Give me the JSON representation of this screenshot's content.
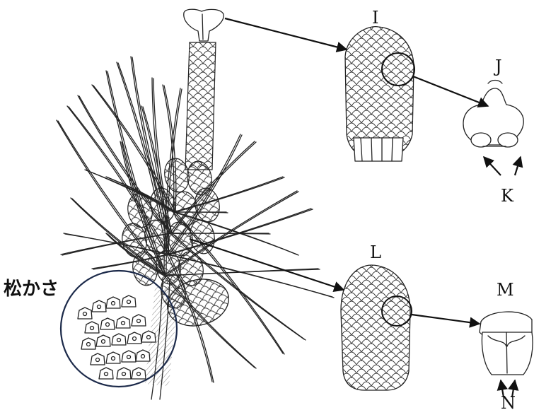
{
  "labels": {
    "I": "I",
    "J": "J",
    "K": "K",
    "L": "L",
    "M": "M",
    "N": "N",
    "pine_cone": "松かさ"
  },
  "colors": {
    "ink": "#222222",
    "highlight_circle": "#1c2a4a"
  }
}
